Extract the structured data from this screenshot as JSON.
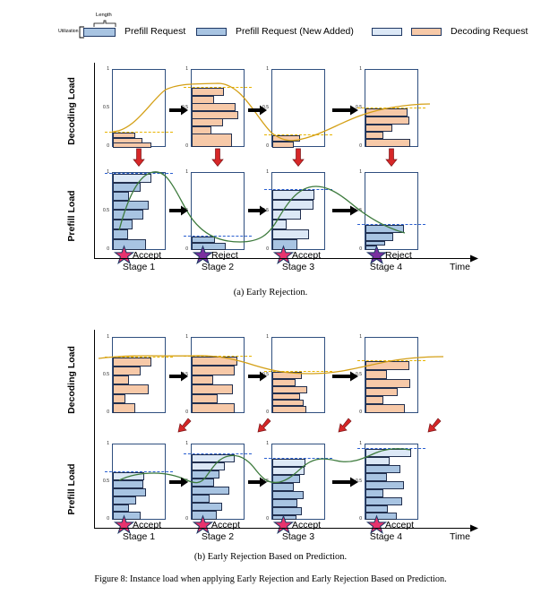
{
  "figure": {
    "caption": "Figure 8: Instance load when applying Early Rejection and Early Rejection Based on Prediction.",
    "subcaption_a": "(a) Early Rejection.",
    "subcaption_b": "(b) Early Rejection Based on Prediction."
  },
  "legend": {
    "utilization_label": "Utilization",
    "length_label": "Length",
    "items": [
      {
        "label": "Prefill Request",
        "color": "#a8c4e2",
        "icon": "bar-swatch"
      },
      {
        "label": "Prefill Request (New Added)",
        "color": "#dce8f6",
        "icon": "bar-swatch"
      },
      {
        "label": "Decoding Request",
        "color": "#f7c9a8",
        "icon": "bar-swatch"
      }
    ]
  },
  "axes": {
    "row_labels": [
      "Decoding Load",
      "Prefill Load"
    ],
    "y_ticks": [
      "1",
      "0.5",
      "0"
    ],
    "x_label": "Time",
    "stage_labels": [
      "Stage 1",
      "Stage 2",
      "Stage 3",
      "Stage 4"
    ]
  },
  "verdicts": {
    "accept": "Accept",
    "reject": "Reject",
    "accept_color": "#e8336e",
    "reject_color": "#7b2fa0"
  },
  "colors": {
    "decoding_bar": "#f7c9a8",
    "prefill_bar": "#a8c4e2",
    "prefill_new_bar": "#dce8f6",
    "decoding_curve": "#d4a017",
    "prefill_curve": "#3c7a3c",
    "bar_edge": "#22304f",
    "axis_frame": "#2f4f7f",
    "red_arrow": "#d62728",
    "black_arrow": "#000000"
  },
  "chart_data": {
    "type": "bar",
    "title": "Instance load when applying Early Rejection and Early Rejection Based on Prediction",
    "ylabel": "Utilization",
    "xlabel": "Time",
    "ylim": [
      0,
      1
    ],
    "grid": false,
    "legend_position": "top",
    "panels": [
      {
        "id": "a",
        "caption": "(a) Early Rejection.",
        "stages": [
          "Stage 1",
          "Stage 2",
          "Stage 3",
          "Stage 4"
        ],
        "verdicts": [
          "Accept",
          "Reject",
          "Accept",
          "Reject"
        ],
        "decoding_load": {
          "name": "Decoding Load",
          "threshold": [
            0.19,
            0.88,
            0.15,
            0.62
          ],
          "utilization_curve": [
            0.19,
            0.88,
            0.15,
            0.62
          ],
          "bars": [
            {
              "stage": "Stage 1",
              "values": [
                0.42,
                0.55,
                0.72
              ],
              "type": "decoding"
            },
            {
              "stage": "Stage 2",
              "values": [
                0.6,
                0.42,
                0.82,
                0.86,
                0.58,
                0.36,
                0.74
              ],
              "type": "decoding"
            },
            {
              "stage": "Stage 3",
              "values": [
                0.52,
                0.4
              ],
              "type": "decoding"
            },
            {
              "stage": "Stage 4",
              "values": [
                0.78,
                0.82,
                0.5,
                0.33,
                0.84
              ],
              "type": "decoding"
            }
          ]
        },
        "prefill_load": {
          "name": "Prefill Load",
          "threshold": [
            0.97,
            0.17,
            0.78,
            0.22
          ],
          "utilization_curve": [
            0.97,
            0.17,
            0.78,
            0.22
          ],
          "bars": [
            {
              "stage": "Stage 1",
              "values": [
                0.72,
                0.52,
                0.3,
                0.66,
                0.56,
                0.36,
                0.28,
                0.62
              ],
              "type": "prefill"
            },
            {
              "stage": "Stage 2",
              "values": [
                0.42,
                0.62
              ],
              "type": "prefill"
            },
            {
              "stage": "Stage 3",
              "values": [
                0.8,
                0.78,
                0.54,
                0.26,
                0.7,
                0.46
              ],
              "type": "prefill_new_then_prefill",
              "new_added_count": 5
            },
            {
              "stage": "Stage 4",
              "values": [
                0.72,
                0.52,
                0.38,
                0.22
              ],
              "type": "prefill"
            }
          ]
        }
      },
      {
        "id": "b",
        "caption": "(b) Early Rejection Based on Prediction.",
        "stages": [
          "Stage 1",
          "Stage 2",
          "Stage 3",
          "Stage 4"
        ],
        "verdicts": [
          "Accept",
          "Accept",
          "Accept",
          "Accept"
        ],
        "decoding_load": {
          "name": "Decoding Load",
          "threshold": [
            0.73,
            0.86,
            0.63,
            0.8
          ],
          "utilization_curve": [
            0.73,
            0.86,
            0.63,
            0.8
          ],
          "bars": [
            {
              "stage": "Stage 1",
              "values": [
                0.72,
                0.52,
                0.3,
                0.66,
                0.24,
                0.42
              ],
              "type": "decoding"
            },
            {
              "stage": "Stage 2",
              "values": [
                0.86,
                0.8,
                0.4,
                0.78,
                0.48,
                0.8
              ],
              "type": "decoding"
            },
            {
              "stage": "Stage 3",
              "values": [
                0.56,
                0.44,
                0.66,
                0.52,
                0.6,
                0.64
              ],
              "type": "decoding"
            },
            {
              "stage": "Stage 4",
              "values": [
                0.82,
                0.4,
                0.84,
                0.6,
                0.34,
                0.74
              ],
              "type": "decoding"
            }
          ]
        },
        "prefill_load": {
          "name": "Prefill Load",
          "threshold": [
            0.58,
            0.8,
            0.62,
            0.88
          ],
          "utilization_curve": [
            0.58,
            0.8,
            0.62,
            0.88
          ],
          "bars": [
            {
              "stage": "Stage 1",
              "values": [
                0.58,
                0.56,
                0.62,
                0.44,
                0.3,
                0.52
              ],
              "type": "prefill_new_then_prefill",
              "new_added_count": 1
            },
            {
              "stage": "Stage 2",
              "values": [
                0.8,
                0.62,
                0.52,
                0.42,
                0.7,
                0.34
              ],
              "type": "prefill_new_then_prefill",
              "new_added_count": 2
            },
            {
              "stage": "Stage 3",
              "values": [
                0.62,
                0.6,
                0.52,
                0.4,
                0.58,
                0.46
              ],
              "type": "prefill_new_then_prefill",
              "new_added_count": 2
            },
            {
              "stage": "Stage 4",
              "values": [
                0.86,
                0.46,
                0.66,
                0.4,
                0.72,
                0.34
              ],
              "type": "prefill_new_then_prefill",
              "new_added_count": 2
            }
          ]
        }
      }
    ]
  }
}
